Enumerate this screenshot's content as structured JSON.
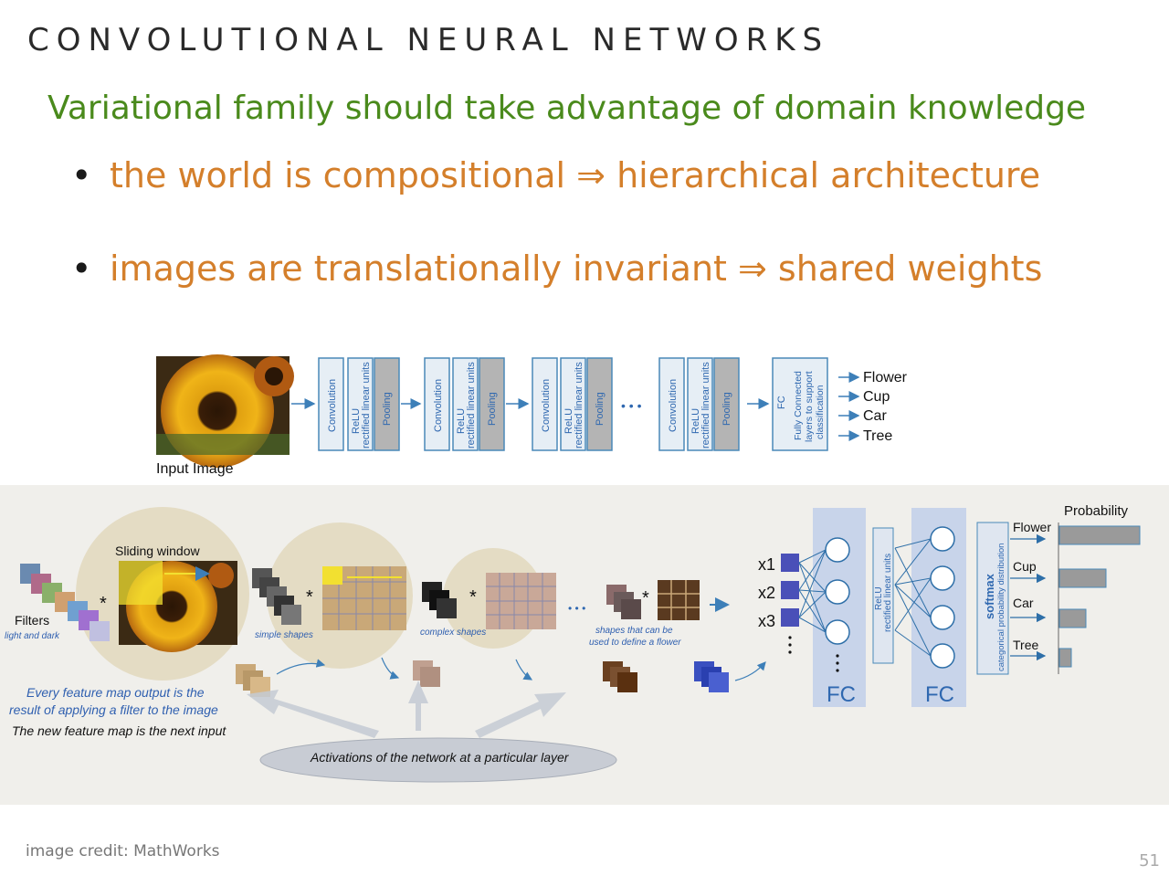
{
  "slide": {
    "title": "CONVOLUTIONAL NEURAL NETWORKS",
    "headline": "Variational family should take advantage of domain knowledge",
    "bullets": [
      "the world is compositional ⇒ hierarchical architecture",
      "images are translationally invariant ⇒ shared weights"
    ],
    "credit": "image credit: MathWorks",
    "page": "51"
  },
  "top_pipeline": {
    "input_label": "Input Image",
    "layers": {
      "conv": "Convolution",
      "relu": "ReLU",
      "relu_sub": "rectified linear units",
      "pool": "Pooling",
      "ellipsis": "• • •"
    },
    "fc": {
      "title": "FC",
      "line1": "Fully Connected",
      "line2": "layers to support",
      "line3": "classification"
    },
    "outputs": [
      "Flower",
      "Cup",
      "Car",
      "Tree"
    ]
  },
  "detail": {
    "sliding_window": "Sliding window",
    "filters": "Filters",
    "filters_sub": "light and dark",
    "simple": "simple shapes",
    "complex": "complex shapes",
    "shapes_line1": "shapes that can be",
    "shapes_line2": "used to define a flower",
    "note1": "Every feature map output is the",
    "note2": "result of applying a filter to the image",
    "note3": "The new feature map is the next input",
    "activations": "Activations of the network at a particular layer",
    "star": "*",
    "dots": "• • •",
    "x_labels": [
      "x1",
      "x2",
      "x3"
    ],
    "relu": "ReLU",
    "relu_sub": "rectified linear units",
    "fc_label": "FC",
    "softmax": "softmax",
    "softmax_sub": "categorical probability distribution",
    "probability": "Probability",
    "classes": [
      "Flower",
      "Cup",
      "Car",
      "Tree"
    ],
    "probabilities": [
      0.88,
      0.51,
      0.29,
      0.13
    ]
  },
  "colors": {
    "title": "#2a2a2a",
    "headline": "#4a8a1c",
    "bullet": "#d47f2b",
    "block_border": "#4a89b8",
    "block_fill": "#e6eef5",
    "pool_fill": "#b4b4b4",
    "fc_column": "#c8d4ea",
    "fc_text": "#2f68b0",
    "neuron": "#2e6fa8",
    "bar": "#9a9a9a"
  }
}
